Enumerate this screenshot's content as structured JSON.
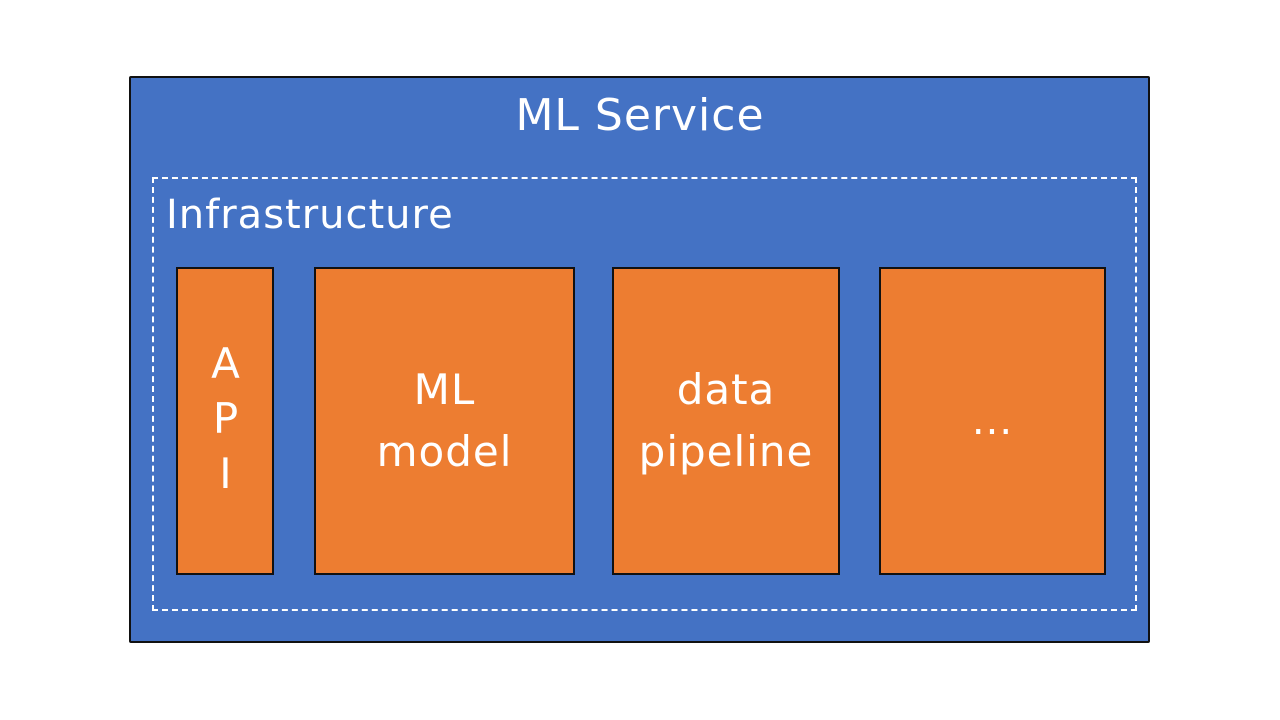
{
  "diagram": {
    "title": "ML Service",
    "container_label": "Infrastructure",
    "components": [
      {
        "label": "API"
      },
      {
        "label": "ML\nmodel"
      },
      {
        "label": "data\npipeline"
      },
      {
        "label": "..."
      }
    ],
    "colors": {
      "service_fill": "#4472C4",
      "component_fill": "#ED7D31",
      "outline": "#111111",
      "text": "#FFFFFF"
    }
  }
}
